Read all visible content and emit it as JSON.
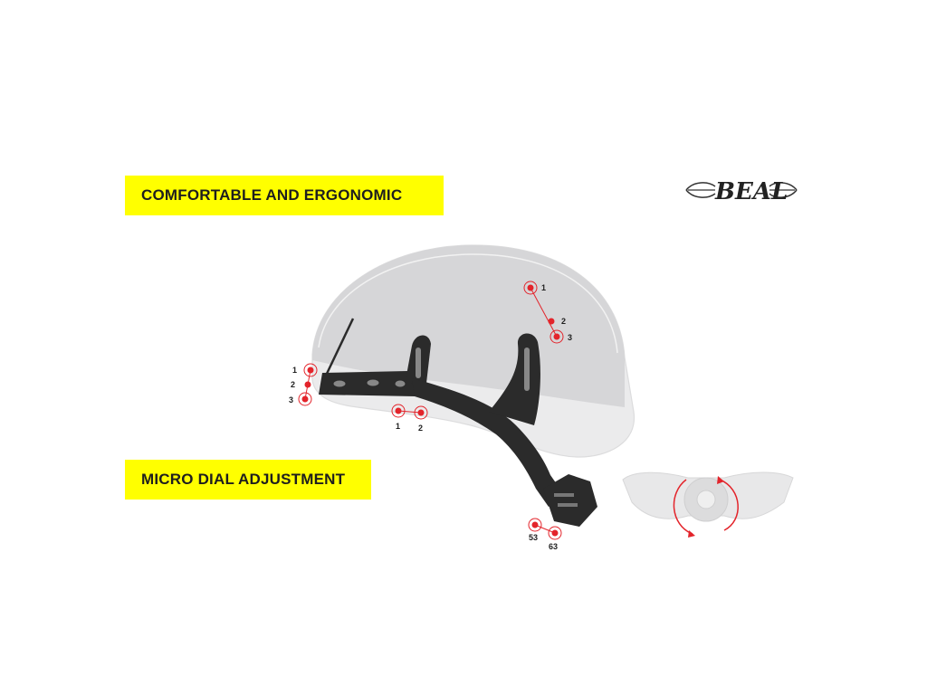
{
  "features": {
    "comfortable": "COMFORTABLE AND ERGONOMIC",
    "dial": "MICRO DIAL ADJUSTMENT"
  },
  "brand": {
    "logo_text": "BEAL"
  },
  "adjustment_markers": {
    "front": [
      "1",
      "2",
      "3"
    ],
    "top": [
      "1",
      "2",
      "3"
    ],
    "bottom": [
      "1",
      "2"
    ],
    "nape": [
      "53",
      "63"
    ]
  },
  "colors": {
    "highlight": "#ffff00",
    "marker": "#e3242b",
    "harness": "#2b2b2b",
    "shell": "#d9d9da"
  }
}
